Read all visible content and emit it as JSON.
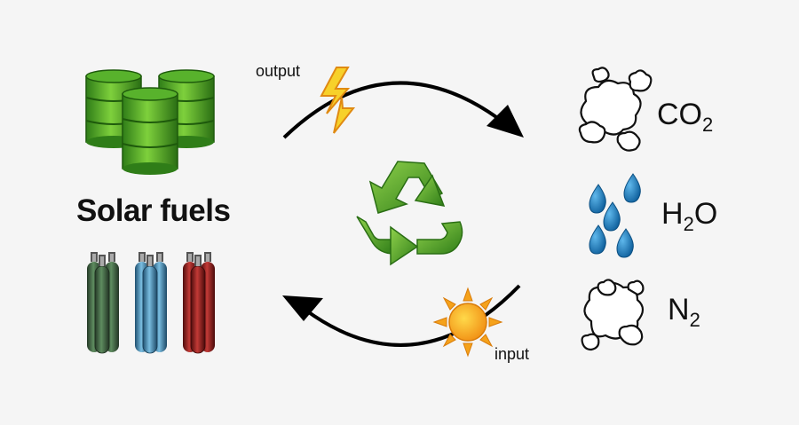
{
  "labels": {
    "title": "Solar fuels",
    "output": "output",
    "input": "input"
  },
  "molecules": [
    {
      "base": "CO",
      "sub": "2",
      "tail": ""
    },
    {
      "base": "H",
      "sub": "2",
      "tail": "O"
    },
    {
      "base": "N",
      "sub": "2",
      "tail": ""
    }
  ],
  "icons": {
    "barrels": "oil-barrels-icon",
    "cylinders": "gas-cylinders-icon",
    "recycle": "recycle-icon",
    "lightning": "lightning-bolt-icon",
    "sun": "sun-icon",
    "clouds": "cloud-icon",
    "drops": "water-drops-icon"
  },
  "colors": {
    "background": "#f5f5f5",
    "barrel_green": "#4caf2a",
    "recycle_green": "#3f9a2a",
    "cylinder_green": "#3d5a3f",
    "cylinder_blue": "#3c86b0",
    "cylinder_red": "#8c1a1a",
    "drop_blue": "#1577b8",
    "sun_orange": "#f5a21b",
    "bolt_yellow": "#f7d12a"
  }
}
